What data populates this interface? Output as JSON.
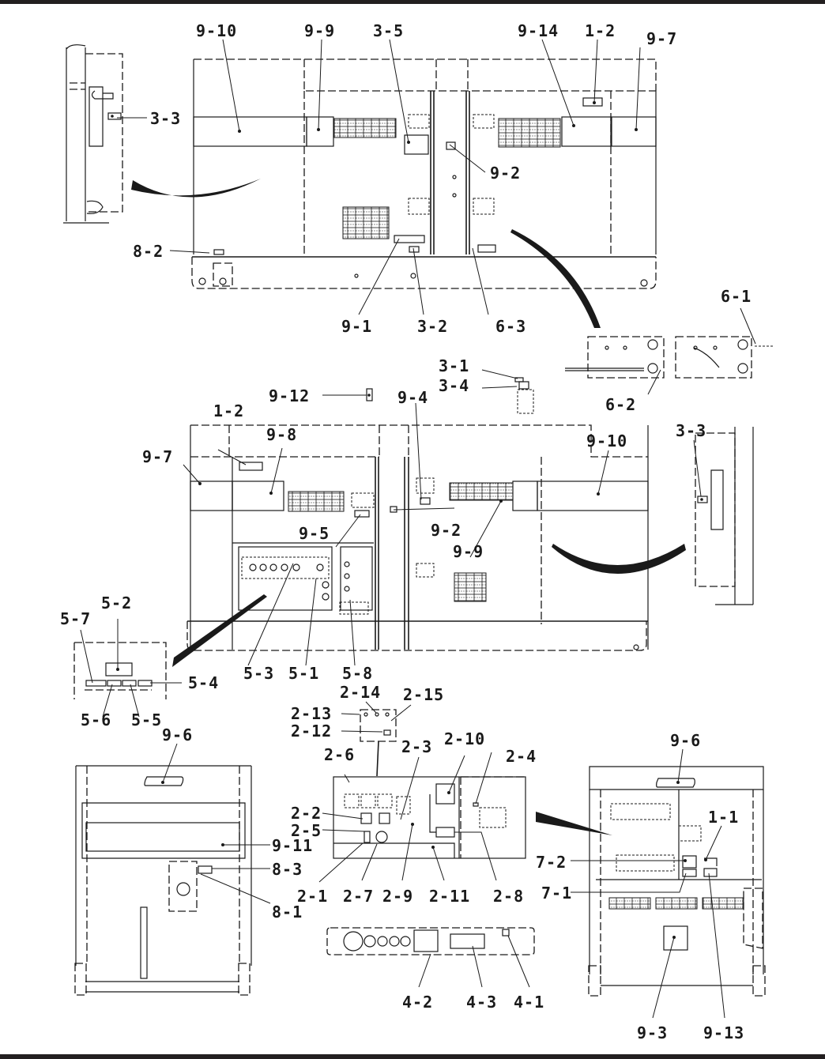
{
  "diagram": {
    "type": "decal-location-diagram",
    "subject": "generator enclosure label/decal locations",
    "views": [
      {
        "id": "side-view-top",
        "callouts": [
          "9-10",
          "9-9",
          "3-5",
          "9-14",
          "1-2",
          "9-7",
          "3-3",
          "9-2",
          "8-2",
          "9-1",
          "3-2",
          "6-3"
        ]
      },
      {
        "id": "detail-battery-tray",
        "callouts": [
          "6-1",
          "6-2"
        ]
      },
      {
        "id": "detail-top-parts",
        "callouts": [
          "3-1",
          "3-4",
          "9-12"
        ]
      },
      {
        "id": "side-view-middle",
        "callouts": [
          "1-2",
          "9-8",
          "9-7",
          "9-4",
          "9-10",
          "3-3",
          "9-5",
          "9-2",
          "9-9",
          "5-3",
          "5-1",
          "5-8"
        ]
      },
      {
        "id": "detail-output-panel",
        "callouts": [
          "5-2",
          "5-7",
          "5-4",
          "5-6",
          "5-5"
        ]
      },
      {
        "id": "detail-control-panel",
        "callouts": [
          "2-14",
          "2-15",
          "2-13",
          "2-12",
          "2-6",
          "2-3",
          "2-10",
          "2-4",
          "2-2",
          "2-5",
          "2-1",
          "2-7",
          "2-9",
          "2-11",
          "2-8"
        ]
      },
      {
        "id": "detail-gauge-panel",
        "callouts": [
          "4-2",
          "4-3",
          "4-1"
        ]
      },
      {
        "id": "end-view-left",
        "callouts": [
          "9-6",
          "9-11",
          "8-3",
          "8-1"
        ]
      },
      {
        "id": "end-view-right",
        "callouts": [
          "9-6",
          "1-1",
          "7-2",
          "7-1",
          "9-3",
          "9-13"
        ]
      }
    ]
  },
  "labels": {
    "top_9_10": "9-10",
    "top_9_9": "9-9",
    "top_3_5": "3-5",
    "top_9_14": "9-14",
    "top_1_2": "1-2",
    "top_9_7": "9-7",
    "top_3_3": "3-3",
    "top_9_2": "9-2",
    "top_8_2": "8-2",
    "top_9_1": "9-1",
    "top_3_2": "3-2",
    "top_6_3": "6-3",
    "bat_6_1": "6-1",
    "bat_6_2": "6-2",
    "part_3_1": "3-1",
    "part_3_4": "3-4",
    "part_9_12": "9-12",
    "mid_1_2": "1-2",
    "mid_9_8": "9-8",
    "mid_9_7": "9-7",
    "mid_9_4": "9-4",
    "mid_9_10": "9-10",
    "mid_3_3": "3-3",
    "mid_9_5": "9-5",
    "mid_9_2": "9-2",
    "mid_9_9": "9-9",
    "mid_5_3": "5-3",
    "mid_5_1": "5-1",
    "mid_5_8": "5-8",
    "out_5_2": "5-2",
    "out_5_7": "5-7",
    "out_5_4": "5-4",
    "out_5_6": "5-6",
    "out_5_5": "5-5",
    "cp_2_14": "2-14",
    "cp_2_15": "2-15",
    "cp_2_13": "2-13",
    "cp_2_12": "2-12",
    "cp_2_6": "2-6",
    "cp_2_3": "2-3",
    "cp_2_10": "2-10",
    "cp_2_4": "2-4",
    "cp_2_2": "2-2",
    "cp_2_5": "2-5",
    "cp_2_1": "2-1",
    "cp_2_7": "2-7",
    "cp_2_9": "2-9",
    "cp_2_11": "2-11",
    "cp_2_8": "2-8",
    "gp_4_2": "4-2",
    "gp_4_3": "4-3",
    "gp_4_1": "4-1",
    "el_9_6": "9-6",
    "el_9_11": "9-11",
    "el_8_3": "8-3",
    "el_8_1": "8-1",
    "er_9_6": "9-6",
    "er_1_1": "1-1",
    "er_7_2": "7-2",
    "er_7_1": "7-1",
    "er_9_3": "9-3",
    "er_9_13": "9-13"
  }
}
